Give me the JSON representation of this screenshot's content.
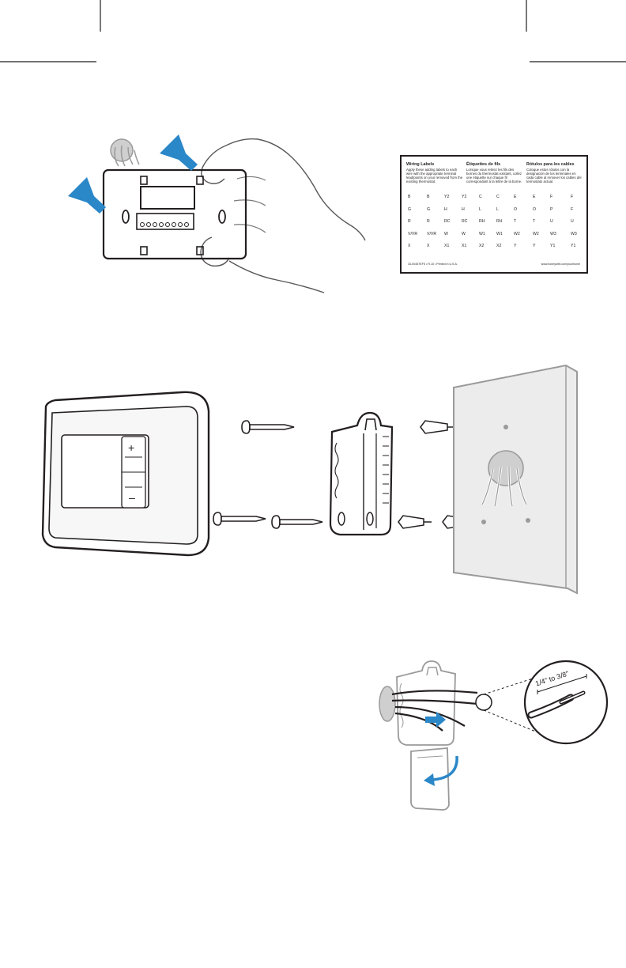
{
  "wiring_labels": {
    "columns": [
      {
        "heading": "Wiring Labels",
        "body": "Apply these adding labels to each wire with the appropriate terminal lead/points on your removed from the existing thermostat."
      },
      {
        "heading": "Étiquettes de fils",
        "body": "Lorsque vous retirez les fils des bornes du thermostat existant, collez une étiquette sur chaque fil correspondant à la lettre de la borne."
      },
      {
        "heading": "Rótulos para los cables",
        "body": "Coloque estos rótulos con la designación de los terminales en cada cable al remover los cables del termostato actual."
      }
    ],
    "rows": [
      [
        "B",
        "B",
        "Y2",
        "Y2",
        "C",
        "C",
        "E",
        "E",
        "F",
        "F"
      ],
      [
        "G",
        "G",
        "H",
        "H",
        "L",
        "L",
        "O",
        "O",
        "P",
        "F"
      ],
      [
        "R",
        "R",
        "RC",
        "RC",
        "RH",
        "RH",
        "T",
        "T",
        "U",
        "U"
      ],
      [
        "V/VR",
        "V/VR",
        "W",
        "W",
        "W1",
        "W1",
        "W2",
        "W2",
        "W3",
        "W3"
      ],
      [
        "X",
        "X",
        "X1",
        "X1",
        "X2",
        "X2",
        "Y",
        "Y",
        "Y1",
        "Y1"
      ]
    ],
    "footer_left": "33-00457EFS  •  R.10  •  Printed in U.S.A.",
    "footer_right": "www.honeywell.com/yourhome"
  },
  "thermostat": {
    "up_symbol": "+",
    "down_symbol": "–"
  },
  "strip_gauge": {
    "label": "1/4\" to 3/8\""
  },
  "colors": {
    "accent": "#2a87c8",
    "line": "#231f20",
    "wall": "#ececec",
    "wall_edge": "#9a9a9a",
    "device_face": "#e6e6e6"
  }
}
